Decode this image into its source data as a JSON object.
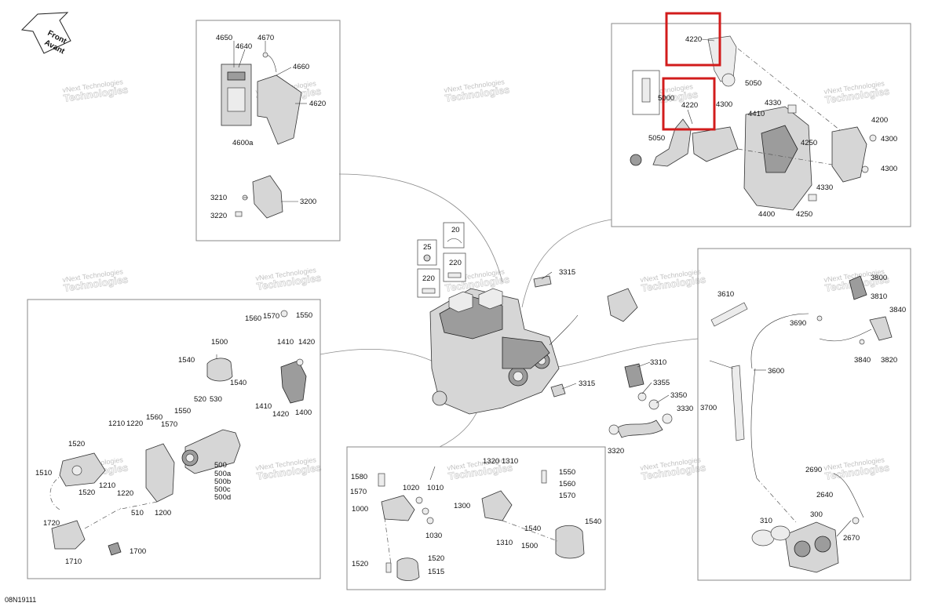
{
  "diagram": {
    "orientation": {
      "line1": "Front",
      "line2": "Avant"
    },
    "watermark": {
      "line1": "vNext Technologies",
      "line2": "Technologies"
    },
    "drawing_code": "08N19111",
    "highlight_color": "#d21c1c"
  },
  "labels": {
    "p4650": "4650",
    "p4670": "4670",
    "p4640": "4640",
    "p4660": "4660",
    "p4620": "4620",
    "p4600a": "4600a",
    "p3210": "3210",
    "p3220": "3220",
    "p3200": "3200",
    "p4220a": "4220",
    "p4220b": "4220",
    "p5050a": "5050",
    "p5050b": "5050",
    "p5000": "5000",
    "p4300a": "4300",
    "p4300b": "4300",
    "p4300c": "4300",
    "p4330a": "4330",
    "p4330b": "4330",
    "p4410": "4410",
    "p4200": "4200",
    "p4250a": "4250",
    "p4250b": "4250",
    "p4400": "4400",
    "p25": "25",
    "p20": "20",
    "p220a": "220",
    "p220b": "220",
    "p3315a": "3315",
    "p3315b": "3315",
    "p3310": "3310",
    "p3355": "3355",
    "p3350": "3350",
    "p3330": "3330",
    "p3320": "3320",
    "p1560a": "1560",
    "p1570a": "1570",
    "p1550a": "1550",
    "p1500a": "1500",
    "p1410a": "1410",
    "p1420a": "1420",
    "p1540a": "1540",
    "p1540b": "1540",
    "p1410b": "1410",
    "p1420b": "1420",
    "p1400": "1400",
    "p520": "520",
    "p530": "530",
    "p1550b": "1550",
    "p1560b": "1560",
    "p1570b": "1570",
    "p1210a": "1210",
    "p1220a": "1220",
    "p1520a": "1520",
    "p1510": "1510",
    "p1520b": "1520",
    "p1210b": "1210",
    "p1220b": "1220",
    "p510": "510",
    "p1200": "1200",
    "p500": "500",
    "p500a": "500a",
    "p500b": "500b",
    "p500c": "500c",
    "p500d": "500d",
    "p1720": "1720",
    "p1710": "1710",
    "p1700": "1700",
    "p1320": "1320",
    "p1310a": "1310",
    "p1580": "1580",
    "p1550c": "1550",
    "p1560c": "1560",
    "p1570c": "1570",
    "p1570d": "1570",
    "p1020": "1020",
    "p1010": "1010",
    "p1000": "1000",
    "p1030": "1030",
    "p1300": "1300",
    "p1540c": "1540",
    "p1540d": "1540",
    "p1310b": "1310",
    "p1500b": "1500",
    "p1520c": "1520",
    "p1520d": "1520",
    "p1515": "1515",
    "p3610": "3610",
    "p3800": "3800",
    "p3810": "3810",
    "p3840a": "3840",
    "p3690": "3690",
    "p3600": "3600",
    "p3840b": "3840",
    "p3820": "3820",
    "p3700": "3700",
    "p2690": "2690",
    "p2640": "2640",
    "p310": "310",
    "p300": "300",
    "p2670": "2670"
  }
}
